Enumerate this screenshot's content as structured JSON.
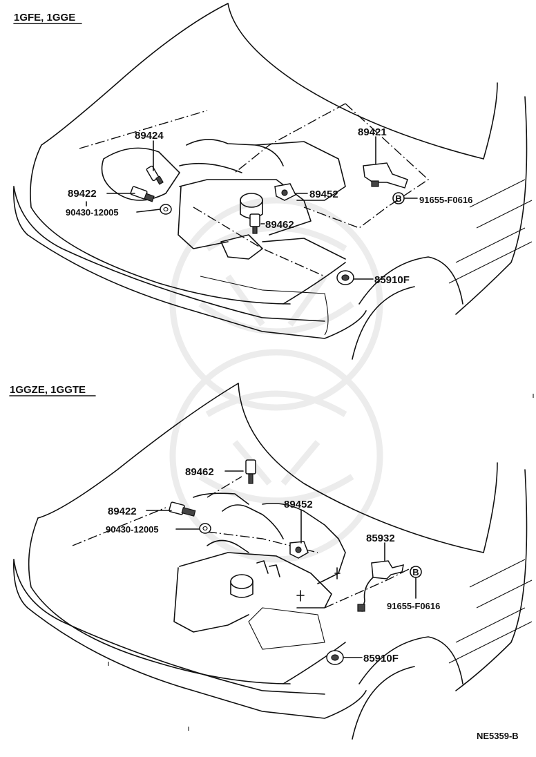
{
  "diagram_code": "NE5359-B",
  "top_section": {
    "heading": "1GFE, 1GGE",
    "labels": [
      "89424",
      "89421",
      "89422",
      "90430-12005",
      "89452",
      "91655-F0616",
      "89462",
      "85910F"
    ],
    "bolt_marker": "B"
  },
  "bottom_section": {
    "heading": "1GGZE, 1GGTE",
    "labels": [
      "89462",
      "89422",
      "90430-12005",
      "89452",
      "85932",
      "91655-F0616",
      "85910F"
    ],
    "bolt_marker": "B"
  }
}
